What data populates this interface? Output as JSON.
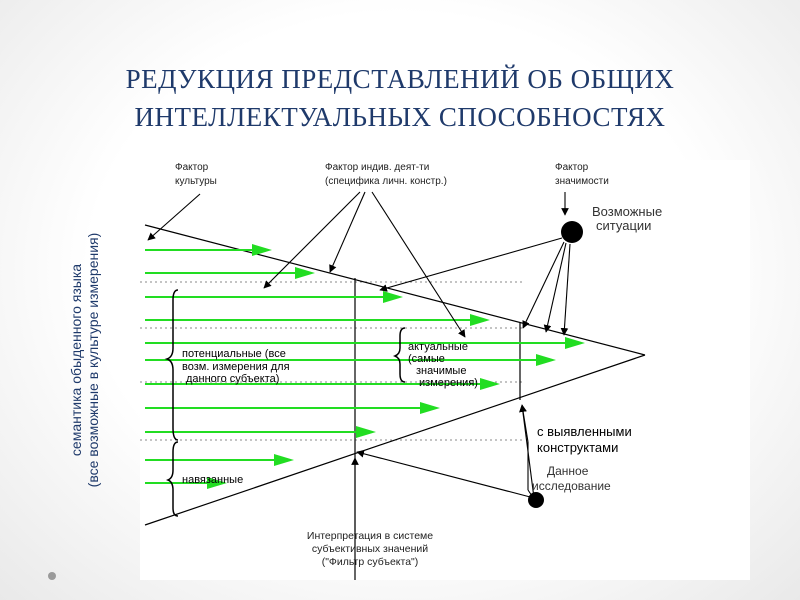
{
  "slide": {
    "title_line1": "РЕДУКЦИЯ ПРЕДСТАВЛЕНИЙ ОБ ОБЩИХ",
    "title_line2": "ИНТЕЛЛЕКТУАЛЬНЫХ СПОСОБНОСТЯХ",
    "side_label_line1": "семантика обыденного языка",
    "side_label_line2": "(все возможные в культуре измерения)"
  },
  "diagram": {
    "factor_culture_line1": "Фактор",
    "factor_culture_line2": "культуры",
    "factor_individual_line1": "Фактор индив. деят-ти",
    "factor_individual_line2": "(специфика личн. констр.)",
    "factor_significance_line1": "Фактор",
    "factor_significance_line2": "значимости",
    "possible_situations_line1": "Возможные",
    "possible_situations_line2": "ситуации",
    "potential_line1": "потенциальные (все",
    "potential_line2": "возм. измерения для",
    "potential_line3": "данного субъекта)",
    "actual_line1": "актуальные",
    "actual_line2": "(самые",
    "actual_line3": "значимые",
    "actual_line4": "измерения)",
    "imposed": "навязанные",
    "revealed_line1": "с выявленными",
    "revealed_line2": "конструктами",
    "given_study_line1": "Данное",
    "given_study_line2": "исследование",
    "interpretation_line1": "Интерпретация в системе",
    "interpretation_line2": "субъективных значений",
    "interpretation_line3": "(\"Фильтр субъекта\")"
  },
  "colors": {
    "title": "#1f3a6b",
    "arrow_green": "#22dd22",
    "line_black": "#000000",
    "dashed_gray": "#777777"
  }
}
